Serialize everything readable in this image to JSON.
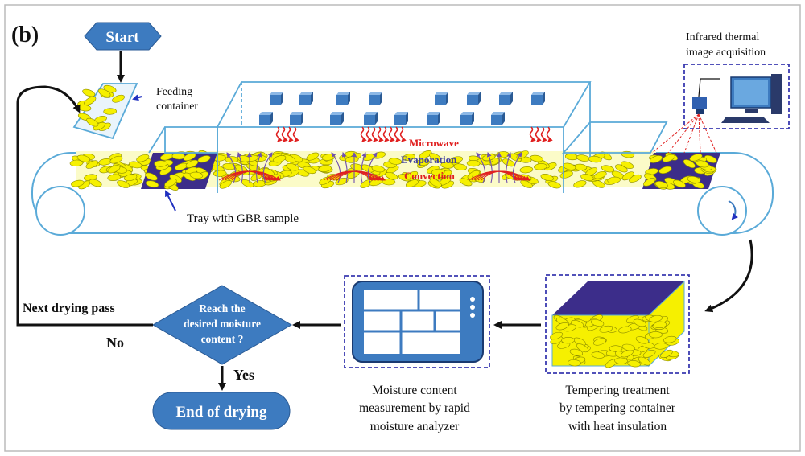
{
  "panel_label": "(b)",
  "start": "Start",
  "feeding_container": [
    "Feeding",
    "container"
  ],
  "tray_label": "Tray with GBR sample",
  "process_labels": {
    "microwave": "Microwave",
    "evaporation": "Evaporation",
    "convection": "Convection"
  },
  "infrared": [
    "Infrared thermal",
    "image acquisition"
  ],
  "decision": [
    "Reach the",
    "desired moisture",
    "content ?"
  ],
  "next_pass": "Next drying pass",
  "no": "No",
  "yes": "Yes",
  "end": "End of drying",
  "moisture_caption": [
    "Moisture content",
    "measurement by rapid",
    "moisture analyzer"
  ],
  "tempering_caption": [
    "Tempering treatment",
    "by tempering container",
    "with heat insulation"
  ],
  "colors": {
    "shape_blue": "#3d7bc0",
    "outline_blue": "#5aaad8",
    "grain_yellow": "#f6f000",
    "tray_purple": "#3c2d8a",
    "wave_red": "#e02020",
    "magnetron_blue": "#3d7bc0",
    "dashed_navy": "#3a3ab0"
  }
}
